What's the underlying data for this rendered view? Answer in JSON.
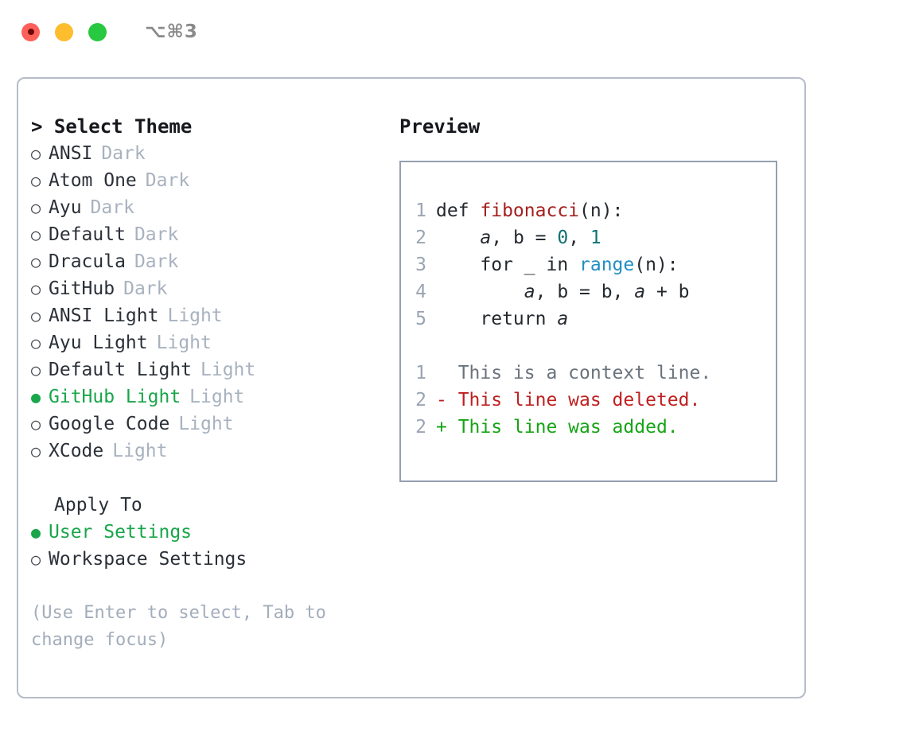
{
  "titlebar": {
    "shortcut": "⌥⌘3",
    "buttons": [
      {
        "name": "close",
        "color": "#fc6058"
      },
      {
        "name": "minimize",
        "color": "#fdbd2e"
      },
      {
        "name": "zoom",
        "color": "#28c840"
      }
    ]
  },
  "theme_panel": {
    "title": "> Select Theme",
    "items": [
      {
        "bullet": "○",
        "name": "ANSI",
        "kind": "Dark",
        "selected": false
      },
      {
        "bullet": "○",
        "name": "Atom One",
        "kind": "Dark",
        "selected": false
      },
      {
        "bullet": "○",
        "name": "Ayu",
        "kind": "Dark",
        "selected": false
      },
      {
        "bullet": "○",
        "name": "Default",
        "kind": "Dark",
        "selected": false
      },
      {
        "bullet": "○",
        "name": "Dracula",
        "kind": "Dark",
        "selected": false
      },
      {
        "bullet": "○",
        "name": "GitHub",
        "kind": "Dark",
        "selected": false
      },
      {
        "bullet": "○",
        "name": "ANSI Light",
        "kind": "Light",
        "selected": false
      },
      {
        "bullet": "○",
        "name": "Ayu Light",
        "kind": "Light",
        "selected": false
      },
      {
        "bullet": "○",
        "name": "Default Light",
        "kind": "Light",
        "selected": false
      },
      {
        "bullet": "●",
        "name": "GitHub Light",
        "kind": "Light",
        "selected": true
      },
      {
        "bullet": "○",
        "name": "Google Code",
        "kind": "Light",
        "selected": false
      },
      {
        "bullet": "○",
        "name": "XCode",
        "kind": "Light",
        "selected": false
      }
    ]
  },
  "apply_to": {
    "title": "Apply To",
    "options": [
      {
        "bullet": "●",
        "name": "User Settings",
        "selected": true
      },
      {
        "bullet": "○",
        "name": "Workspace Settings",
        "selected": false
      }
    ]
  },
  "hint": "(Use Enter to select, Tab to change focus)",
  "preview": {
    "title": "Preview",
    "code_lines": [
      {
        "num": "1",
        "segments": [
          {
            "text": "def ",
            "style": "plain"
          },
          {
            "text": "fibonacci",
            "style": "fn"
          },
          {
            "text": "(n):",
            "style": "plain"
          }
        ]
      },
      {
        "num": "2",
        "segments": [
          {
            "text": "    ",
            "style": "plain"
          },
          {
            "text": "a",
            "style": "var"
          },
          {
            "text": ", b = ",
            "style": "plain"
          },
          {
            "text": "0",
            "style": "num"
          },
          {
            "text": ", ",
            "style": "plain"
          },
          {
            "text": "1",
            "style": "num"
          }
        ]
      },
      {
        "num": "3",
        "segments": [
          {
            "text": "    for _ in ",
            "style": "plain"
          },
          {
            "text": "range",
            "style": "call"
          },
          {
            "text": "(n):",
            "style": "plain"
          }
        ]
      },
      {
        "num": "4",
        "segments": [
          {
            "text": "        ",
            "style": "plain"
          },
          {
            "text": "a",
            "style": "var"
          },
          {
            "text": ", b = b, ",
            "style": "plain"
          },
          {
            "text": "a",
            "style": "var"
          },
          {
            "text": " + b",
            "style": "plain"
          }
        ]
      },
      {
        "num": "5",
        "segments": [
          {
            "text": "    return ",
            "style": "plain"
          },
          {
            "text": "a",
            "style": "var"
          }
        ]
      }
    ],
    "diff_lines": [
      {
        "num": "1",
        "marker": "  ",
        "text": "This is a context line.",
        "kind": "context"
      },
      {
        "num": "2",
        "marker": "- ",
        "text": "This line was deleted.",
        "kind": "deleted"
      },
      {
        "num": "2",
        "marker": "+ ",
        "text": "This line was added.",
        "kind": "added"
      }
    ]
  },
  "colors": {
    "selected_green": "#18a64a",
    "muted_label": "#a8b2bf",
    "hint_text": "#a3adbb",
    "card_border": "#b4bcc9",
    "preview_border": "#95a0b0",
    "syntax_function": "#a52020",
    "syntax_number": "#0d7373",
    "syntax_call": "#1f8fc4",
    "diff_context": "#6a737d",
    "diff_deleted": "#bf2020",
    "diff_added": "#16a416"
  }
}
